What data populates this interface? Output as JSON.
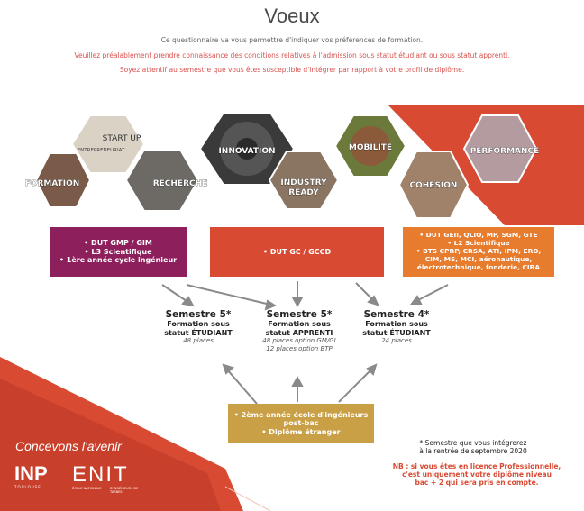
{
  "page": {
    "title": "Voeux",
    "intro_line": "Ce questionnaire va vous permettre d'indiquer vos préférences de formation.",
    "warning_line1": "Veuillez préalablement prendre connaissance des conditions relatives à l'admission sous statut étudiant ou sous statut apprenti.",
    "warning_line2": "Soyez attentif au semestre que vous êtes susceptible d'intégrer par rapport à votre profil de diplôme."
  },
  "hexagons": [
    {
      "label": "FORMATION",
      "color": "#7a5a48"
    },
    {
      "label": "START UP",
      "color": "#d9d2c5"
    },
    {
      "label": "RECHERCHE",
      "color": "#6d6a66"
    },
    {
      "label": "INNOVATION",
      "color": "#3a3a3a"
    },
    {
      "label": "INDUSTRY READY",
      "color": "#8a7562"
    },
    {
      "label": "MOBILITE",
      "color": "#6b7a3a"
    },
    {
      "label": "COHESION",
      "color": "#a0826b"
    },
    {
      "label": "PERFORMANCE",
      "color": "#b39ba0"
    }
  ],
  "boxes": {
    "purple": [
      "• DUT GMP / GIM",
      "• L3 Scientifique",
      "• 1ère année cycle ingénieur"
    ],
    "red": [
      "• DUT GC / GCCD"
    ],
    "orange": [
      "• DUT GEII, QLIO, MP, SGM, GTE",
      "• L2 Scientifique",
      "• BTS CPRP, CRSA, ATI, IPM, ERO,",
      "CIM, MS, MCI, aéronautique,",
      "électrotechnique, fonderie, CIRA"
    ],
    "gold": [
      "• 2ème année école d'ingénieurs",
      "post-bac",
      "• Diplôme étranger"
    ]
  },
  "semesters": [
    {
      "title": "Semestre 5*",
      "line1": "Formation sous",
      "line2": "statut ÉTUDIANT",
      "places": "48 places"
    },
    {
      "title": "Semestre 5*",
      "line1": "Formation sous",
      "line2": "statut APPRENTI",
      "places": "48 places option GM/GI",
      "places2": "12 places option BTP"
    },
    {
      "title": "Semestre 4*",
      "line1": "Formation sous",
      "line2": "statut ÉTUDIANT",
      "places": "24 places"
    }
  ],
  "footer": {
    "slogan": "Concevons l'avenir",
    "logo_inp": "INP",
    "logo_inp_sub": "TOULOUSE",
    "logo_enit": "ENIT",
    "logo_enit_sub1": "ÉCOLE NATIONALE",
    "logo_enit_sub2": "D'INGÉNIEURS DE TARBES",
    "note_line1": "* Semestre que vous intégrerez",
    "note_line2": "à la rentrée de septembre 2020",
    "nb_line1": "NB : si vous êtes en licence Professionnelle,",
    "nb_line2": "c'est uniquement votre diplôme niveau",
    "nb_line3": "bac + 2 qui sera pris en compte."
  },
  "colors": {
    "red": "#d94a33",
    "purple": "#8e1f5d",
    "orange": "#e77c2e",
    "gold": "#c9a046",
    "arrow": "#8a8a8a"
  }
}
